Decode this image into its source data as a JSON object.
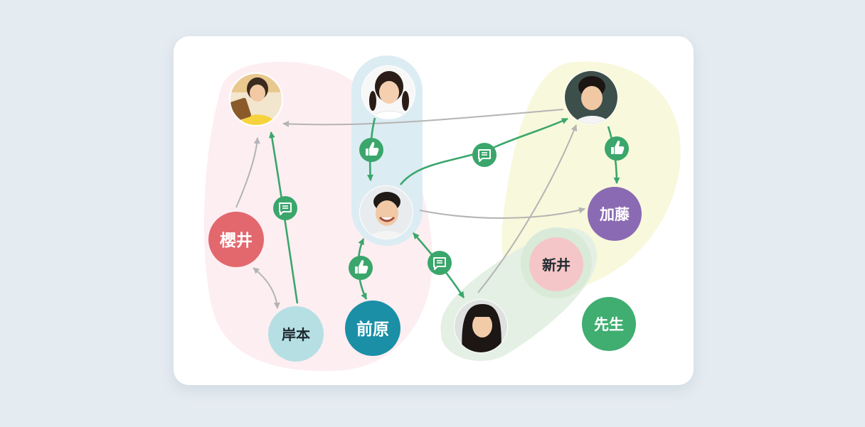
{
  "nodes": {
    "sakurai": {
      "label": "櫻井",
      "color": "#e2686e",
      "text_color": "#ffffff"
    },
    "kishimoto": {
      "label": "岸本",
      "color": "#b5dfe3",
      "text_color": "#1e2a30"
    },
    "maehara": {
      "label": "前原",
      "color": "#1a8fa6",
      "text_color": "#ffffff"
    },
    "kato": {
      "label": "加藤",
      "color": "#8a6ab2",
      "text_color": "#ffffff"
    },
    "arai": {
      "label": "新井",
      "color": "#f5c6c8",
      "text_color": "#1e2a30"
    },
    "sensei": {
      "label": "先生",
      "color": "#3fae70",
      "text_color": "#ffffff"
    }
  },
  "photo_nodes": [
    "girl-tablet",
    "girl-pigtails",
    "boy-smiling",
    "boy-topright",
    "girl-bottom"
  ],
  "groups": {
    "pink": "#fdeef2",
    "blue": "#dcecf3",
    "yellow": "#f8f8dc",
    "green": "#e3f0e3",
    "arai_halo": "#d9ead9"
  },
  "edge_colors": {
    "green": "#3aa66b",
    "grey": "#b4b4b4"
  },
  "badge_icons": {
    "like": "thumbs-up-icon",
    "comment": "comment-icon"
  }
}
